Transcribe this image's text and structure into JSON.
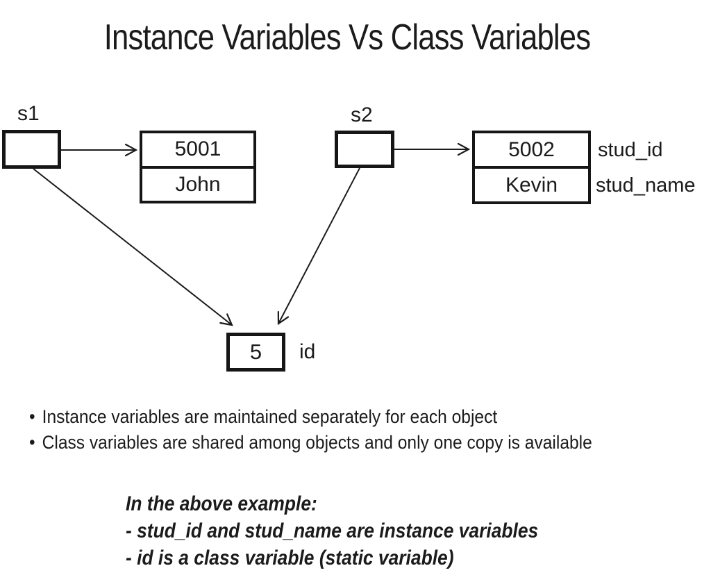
{
  "title": "Instance Variables Vs Class Variables",
  "colors": {
    "ink": "#1b1b1b",
    "border": "#161616",
    "background": "#ffffff"
  },
  "diagram": {
    "s1": {
      "label": "s1"
    },
    "s2": {
      "label": "s2"
    },
    "object1": {
      "stud_id": "5001",
      "stud_name": "John"
    },
    "object2": {
      "stud_id": "5002",
      "stud_name": "Kevin"
    },
    "field_labels": {
      "stud_id": "stud_id",
      "stud_name": "stud_name"
    },
    "class_var": {
      "value": "5",
      "label": "id"
    }
  },
  "bullets": [
    {
      "marker": "•",
      "text": "Instance variables are maintained separately for each object"
    },
    {
      "marker": "•",
      "text": "Class variables are shared among objects and only one copy is available"
    }
  ],
  "notes": [
    "In the above example:",
    "- stud_id and stud_name are instance variables",
    "- id is a class variable (static variable)"
  ]
}
